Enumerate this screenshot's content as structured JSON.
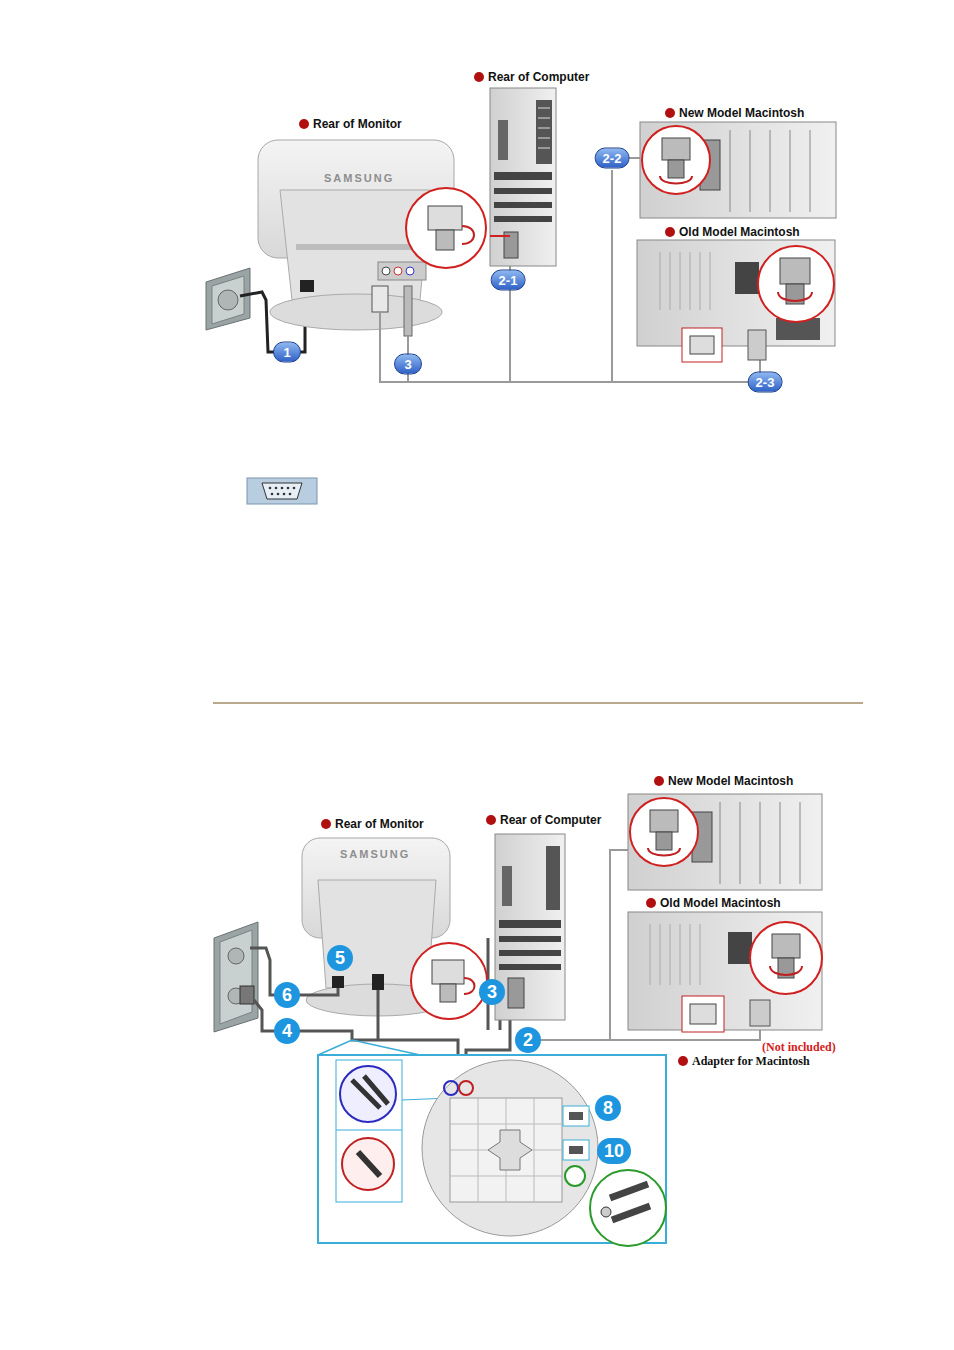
{
  "diagram": {
    "labels": [
      "Rear of Computer",
      "Rear of Monitor",
      "New Model Macintosh",
      "SAMSUNG",
      "Old Model Macintosh",
      "2-2",
      "2-1",
      "1",
      "3",
      "2-3",
      "New Model Macintosh",
      "Rear of Monitor",
      "Rear of Computer",
      "SAMSUNG",
      "Old Model Macintosh",
      "5",
      "6",
      "3",
      "4",
      "2",
      "(Not included)",
      "Adapter for Macintosh",
      "8",
      "10"
    ]
  }
}
